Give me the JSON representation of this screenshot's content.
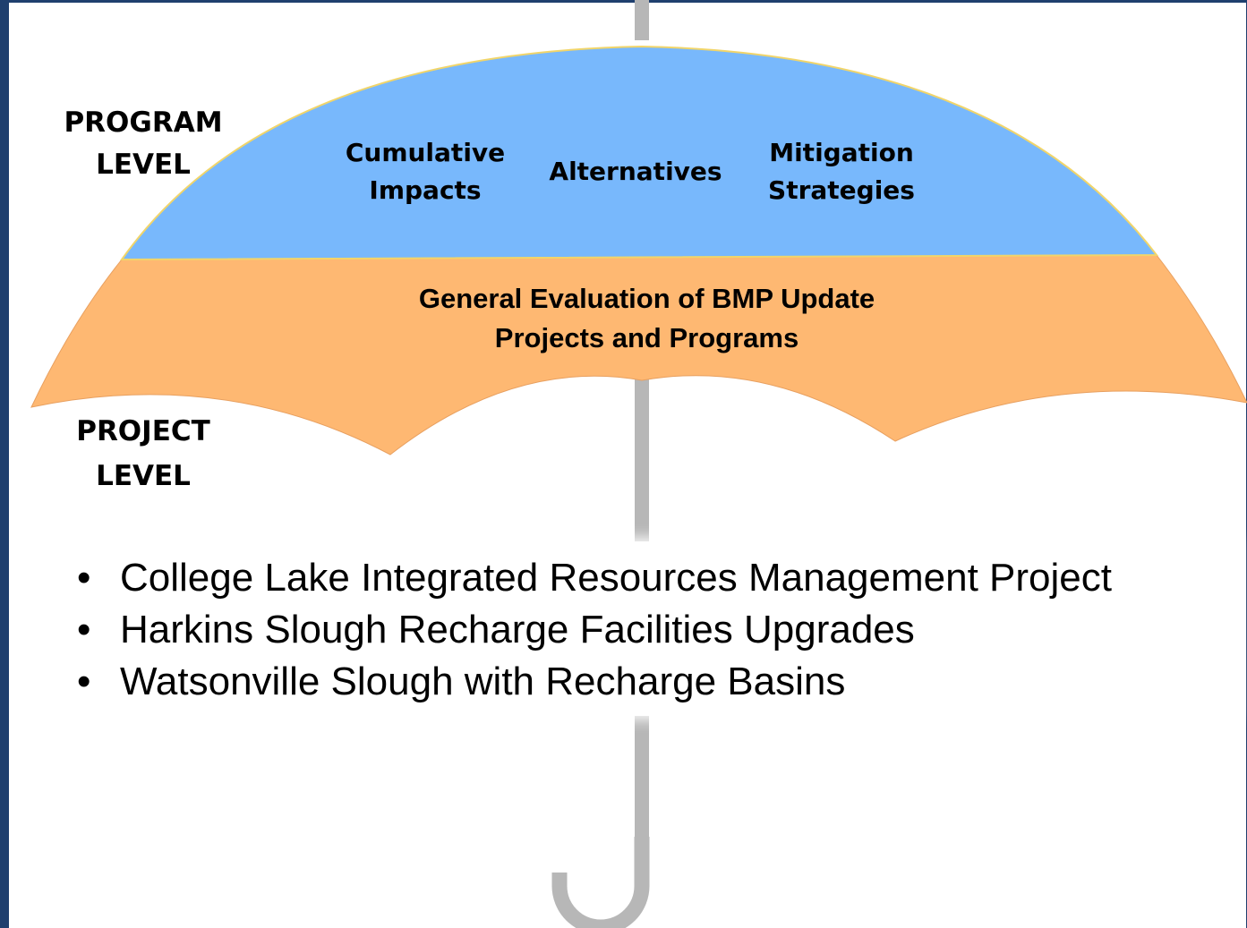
{
  "colors": {
    "frame": "#1f3f6e",
    "program_canopy": "#78b8fc",
    "project_canopy": "#feb872",
    "handle": "#b7b7b7"
  },
  "labels": {
    "program_level": "PROGRAM LEVEL",
    "project_level": "PROJECT LEVEL"
  },
  "program_items": [
    {
      "text": "Cumulative Impacts"
    },
    {
      "text": "Alternatives"
    },
    {
      "text": "Mitigation Strategies"
    }
  ],
  "project_band_text": "General Evaluation of BMP Update Projects and Programs",
  "projects": [
    "College Lake Integrated Resources Management Project",
    "Harkins Slough Recharge Facilities Upgrades",
    "Watsonville Slough with Recharge Basins"
  ]
}
